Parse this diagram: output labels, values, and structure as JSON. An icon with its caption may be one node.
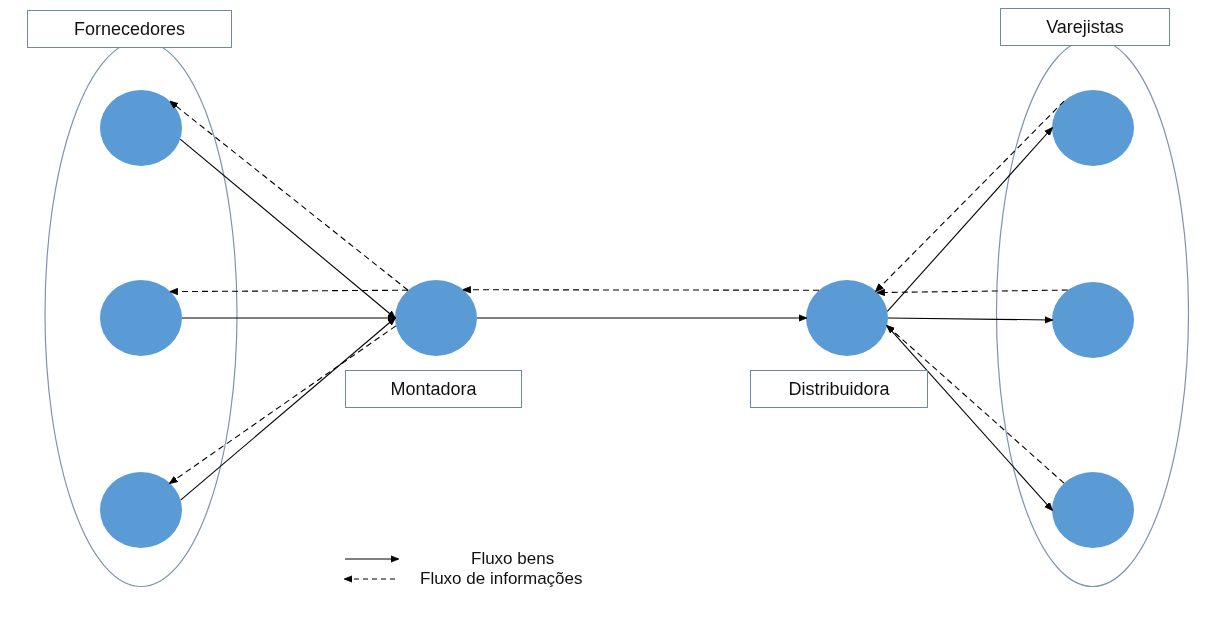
{
  "diagram": {
    "nodes": [
      {
        "text": [
          "Fornecedores"
        ]
      },
      {
        "text": [],
        "shape": "circle",
        "in": 0
      },
      {
        "text": [],
        "shape": "circle",
        "in": 0
      },
      {
        "text": [],
        "shape": "circle",
        "in": 0
      },
      {
        "text": [],
        "shape": "circle",
        "beside": [
          "Montadora"
        ]
      },
      {
        "text": [],
        "shape": "circle",
        "beside": [
          "Distribuidora"
        ]
      },
      {
        "text": [
          "Varejistas"
        ]
      },
      {
        "text": [],
        "shape": "circle",
        "in": 6
      },
      {
        "text": [],
        "shape": "circle",
        "in": 6
      },
      {
        "text": [],
        "shape": "circle",
        "in": 6
      }
    ],
    "edges": [
      {
        "from": 1,
        "to": 4,
        "arrow": "to"
      },
      {
        "from": 2,
        "to": 4,
        "arrow": "to"
      },
      {
        "from": 3,
        "to": 4,
        "arrow": "to"
      },
      {
        "from": 4,
        "to": 5,
        "arrow": "to"
      },
      {
        "from": 5,
        "to": 7,
        "arrow": "to"
      },
      {
        "from": 5,
        "to": 8,
        "arrow": "to"
      },
      {
        "from": 5,
        "to": 9,
        "arrow": "to"
      },
      {
        "from": 4,
        "to": 1,
        "arrow": "to",
        "style": "dashed"
      },
      {
        "from": 4,
        "to": 2,
        "arrow": "to",
        "style": "dashed"
      },
      {
        "from": 4,
        "to": 3,
        "arrow": "to",
        "style": "dashed"
      },
      {
        "from": 5,
        "to": 4,
        "arrow": "to",
        "style": "dashed"
      },
      {
        "from": 7,
        "to": 5,
        "arrow": "to",
        "style": "dashed"
      },
      {
        "from": 8,
        "to": 5,
        "arrow": "to",
        "style": "dashed"
      },
      {
        "from": 9,
        "to": 5,
        "arrow": "to",
        "style": "dashed"
      }
    ],
    "legend": [
      {
        "text": "Fluxo bens"
      },
      {
        "text": "Fluxo de informações"
      }
    ]
  }
}
